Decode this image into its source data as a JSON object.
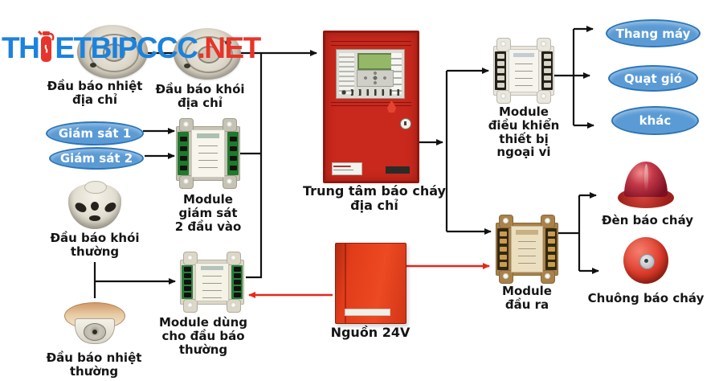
{
  "logo": {
    "text_blue_1": "TH",
    "text_blue_2": "ETBIPCCC",
    "text_red": ".NET"
  },
  "colors": {
    "logo_blue": "#1b82dd",
    "logo_red": "#e8342a",
    "oval_fill": "#5b9bd5",
    "oval_border": "#2e75b6",
    "panel_red": "#c9281c",
    "power_red": "#e23c1a",
    "wire_black": "#111111",
    "wire_red": "#e8251c"
  },
  "detectors": {
    "addr_heat": {
      "line1": "Đầu báo nhiệt",
      "line2": "địa chỉ"
    },
    "addr_smoke": {
      "line1": "Đầu báo khói",
      "line2": "địa chỉ"
    },
    "conv_smoke": {
      "line1": "Đầu báo khói",
      "line2": "thường"
    },
    "conv_heat": {
      "line1": "Đầu báo nhiệt",
      "line2": "thường"
    }
  },
  "inputs": {
    "monitor1": "Giám sát 1",
    "monitor2": "Giám sát 2"
  },
  "modules": {
    "monitor": {
      "line1": "Module",
      "line2": "giám sát",
      "line3": "2 đầu vào"
    },
    "conventional": {
      "line1": "Module dùng",
      "line2": "cho đầu báo",
      "line3": "thường"
    },
    "control": {
      "line1": "Module",
      "line2": "điều khiển",
      "line3": "thiết bị",
      "line4": "ngoại vi"
    },
    "output": {
      "line1": "Module",
      "line2": "đầu ra"
    }
  },
  "center": {
    "panel": {
      "line1": "Trung tâm báo cháy",
      "line2": "địa chỉ"
    },
    "power": "Nguồn 24V"
  },
  "outputs": {
    "devices": [
      "Thang máy",
      "Quạt gió",
      "khác"
    ],
    "strobe": "Đèn báo cháy",
    "bell": "Chuông báo cháy"
  }
}
